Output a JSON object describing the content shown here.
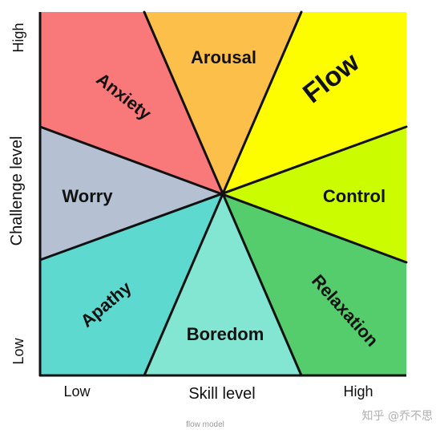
{
  "regions": {
    "anxiety": {
      "label": "Anxiety",
      "color": "#f9787a"
    },
    "arousal": {
      "label": "Arousal",
      "color": "#fcc04a"
    },
    "flow": {
      "label": "Flow",
      "color": "#fdfd00"
    },
    "control": {
      "label": "Control",
      "color": "#cbfd00"
    },
    "relaxation": {
      "label": "Relaxation",
      "color": "#55cd6c"
    },
    "boredom": {
      "label": "Boredom",
      "color": "#82e6d2"
    },
    "apathy": {
      "label": "Apathy",
      "color": "#5dd9cf"
    },
    "worry": {
      "label": "Worry",
      "color": "#b5c0d2"
    }
  },
  "axes": {
    "y_label": "Challenge level",
    "y_high": "High",
    "y_low": "Low",
    "x_label": "Skill level",
    "x_low": "Low",
    "x_high": "High"
  },
  "caption": "flow model",
  "watermark": "知乎 @乔不思"
}
